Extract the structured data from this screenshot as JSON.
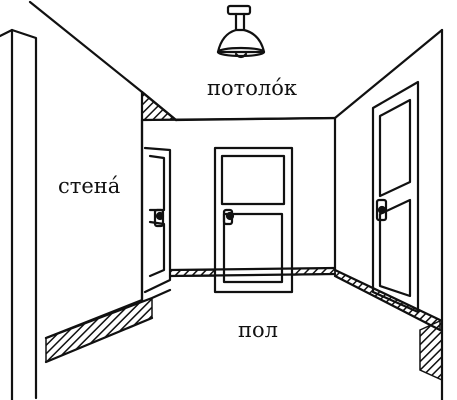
{
  "labels": {
    "ceiling": "потоло́к",
    "wall": "стена́",
    "floor": "пол"
  },
  "colors": {
    "ink": "#111111",
    "paper": "#ffffff"
  },
  "icons": [
    "ceiling-lamp-icon",
    "door-icon",
    "door-handle-icon"
  ]
}
